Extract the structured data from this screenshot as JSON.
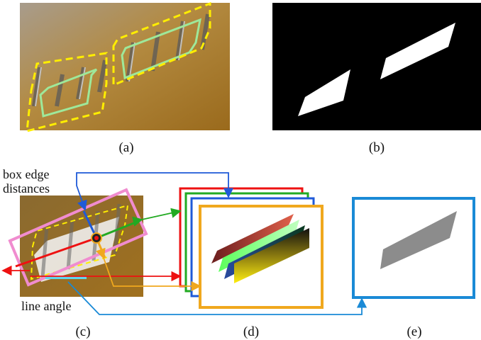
{
  "captions": {
    "a": "(a)",
    "b": "(b)",
    "c": "(c)",
    "d": "(d)",
    "e": "(e)"
  },
  "annotations": {
    "box_edge_line1": "box edge",
    "box_edge_line2": "distances",
    "line_angle": "line angle"
  },
  "colors": {
    "detection_box": "#9ee89a",
    "rotated_box_dashed": "#ffee00",
    "pink_box": "#f08ccf",
    "red": "#ee1111",
    "green": "#22aa22",
    "blue": "#1f5ad8",
    "orange": "#f0a81e",
    "cyan": "#5fd6ee",
    "output_frame": "#1a8ad6",
    "mask_gray": "#8c8c8c",
    "photo_bg": "#b07a26"
  }
}
